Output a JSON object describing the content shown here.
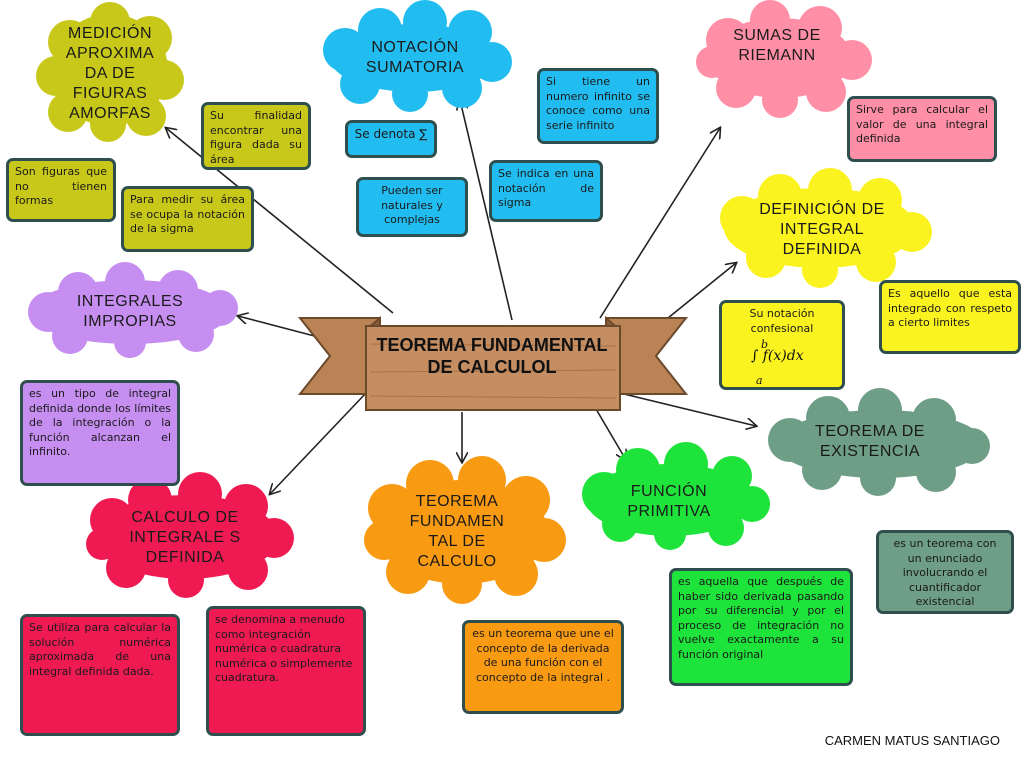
{
  "title": "TEOREMA FUNDAMENTAL DE CALCULOL",
  "author": "CARMEN MATUS SANTIAGO",
  "colors": {
    "olive": "#c8c81a",
    "cyan": "#22bdf0",
    "pink": "#ff8fa6",
    "yellow": "#fbf31f",
    "lavender": "#c58ef0",
    "teal": "#6e9e85",
    "green": "#1ee33a",
    "orange": "#f99a13",
    "crimson": "#f01a53",
    "wood": "#c48d62"
  },
  "nodes": {
    "medicion": "MEDICIÓN APROXIMA DA DE FIGURAS AMORFAS",
    "notacion": "NOTACIÓN SUMATORIA",
    "riemann": "SUMAS DE RIEMANN",
    "definicion": "DEFINICIÓN DE INTEGRAL DEFINIDA",
    "impropias": "INTEGRALES IMPROPIAS",
    "existencia": "TEOREMA DE EXISTENCIA",
    "primitiva": "FUNCIÓN PRIMITIVA",
    "tfc": "TEOREMA FUNDAMEN TAL DE CALCULO",
    "calculo_def": "CALCULO DE INTEGRALE S DEFINIDA"
  },
  "boxes": {
    "finalidad": "Su finalidad encontrar una figura dada su área",
    "figuras": "Son figuras que no tienen formas",
    "medir": "Para medir su área se ocupa la notación de la sigma",
    "denota": "Se denota ∑",
    "naturales": "Pueden ser naturales y complejas",
    "infinito": "Si tiene un numero infinito se conoce como una serie infinito",
    "indica": "Se indica en una notación de sigma",
    "riemann_desc": "Sirve para calcular el valor de una integral definida",
    "integrado": "Es aquello que esta integrado con respeto a cierto limites",
    "notacion_confesional": "Su notación confesional",
    "integral_formula": "∫ f(x)dx",
    "integral_upper": "b",
    "integral_lower": "a",
    "impropia_desc": "es un tipo de integral definida donde los límites de la integración o la función alcanzan el infinito.",
    "existencia_desc": "es un teorema con un enunciado involucrando el cuantificador existencial",
    "primitiva_desc": "es aquella que después de haber sido derivada pasando por su diferencial y por el proceso de integración no vuelve exactamente a su función original",
    "tfc_desc": "es un teorema que une el concepto de la derivada de una función con el concepto de la integral .",
    "utiliza": "Se utiliza para calcular la solución numérica aproximada de una integral definida dada.",
    "denomina": "se denomina a menudo como integración numérica o cuadratura numérica o simplemente cuadratura."
  }
}
